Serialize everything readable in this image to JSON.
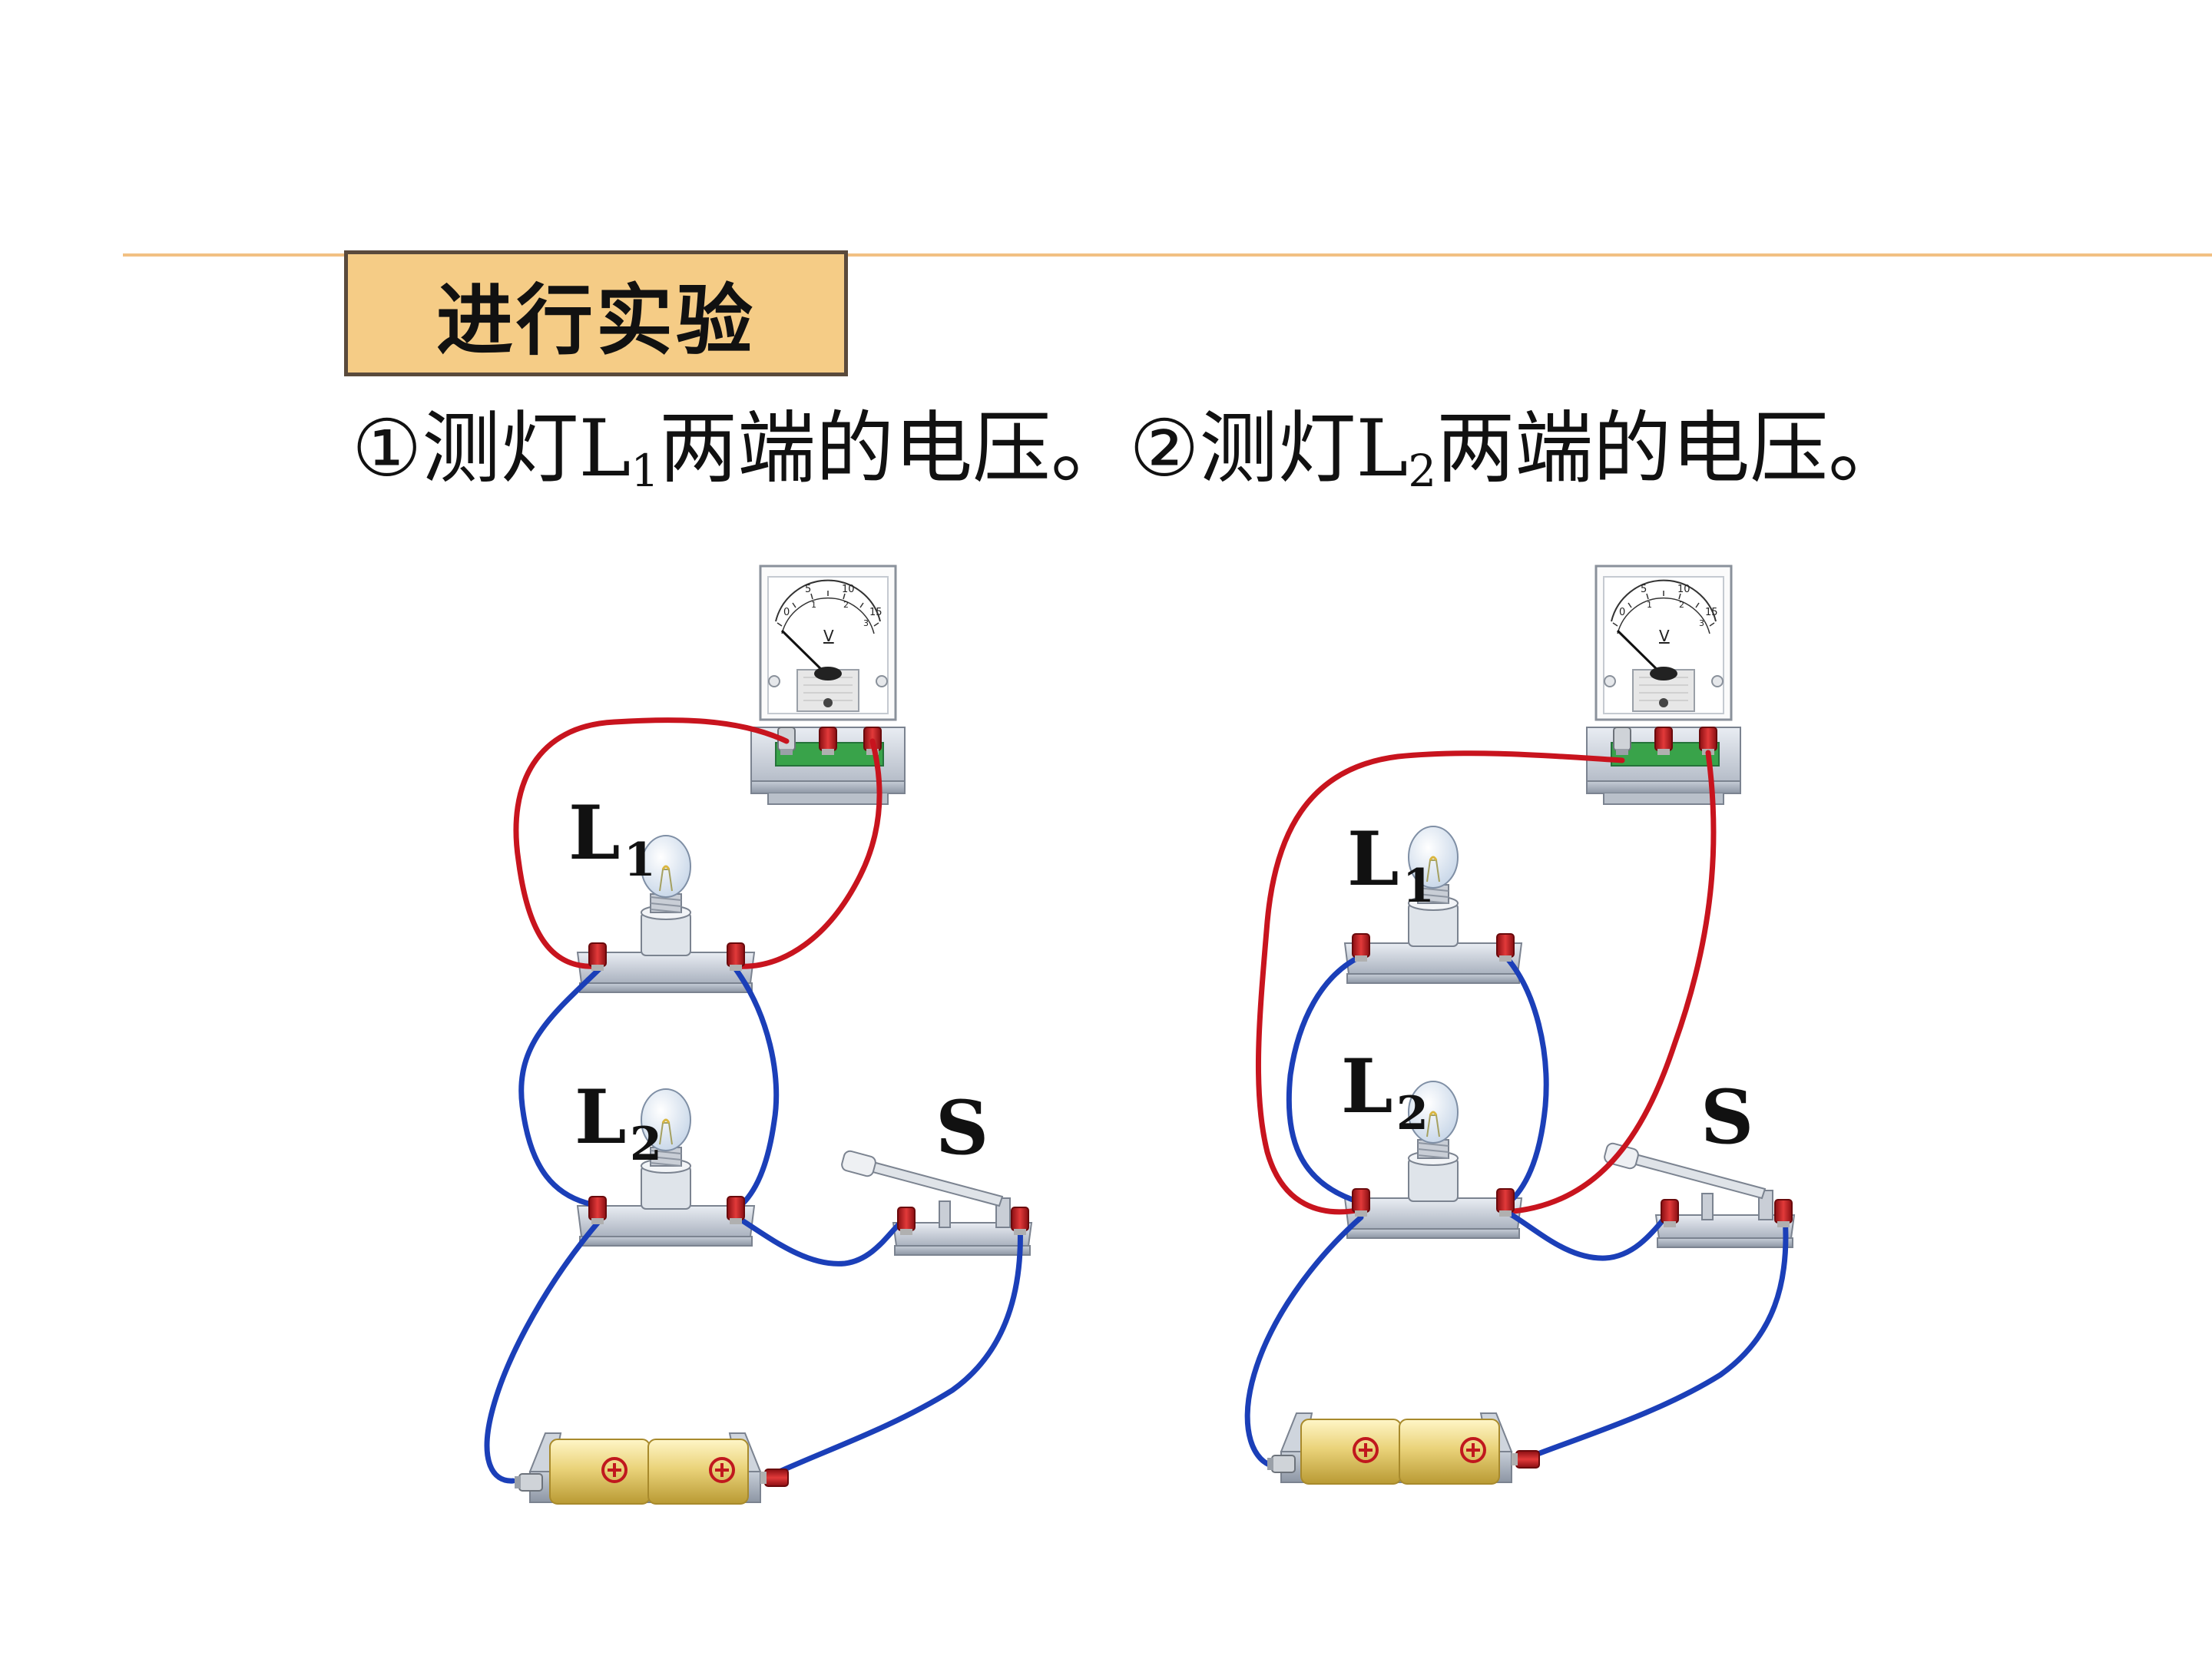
{
  "heading": {
    "label": "进行实验"
  },
  "subtitle": {
    "part1_prefix": "①测灯",
    "part1_symbol": "L",
    "part1_sub": "1",
    "part1_suffix": "两端的电压。",
    "part2_prefix": "②测灯",
    "part2_symbol": "L",
    "part2_sub": "2",
    "part2_suffix": "两端的电压。"
  },
  "circuits": [
    {
      "id": "left",
      "lamp1_label": "L",
      "lamp1_sub": "1",
      "lamp2_label": "L",
      "lamp2_sub": "2",
      "switch_label": "S",
      "voltmeter": {
        "unit": "V",
        "scale_top": [
          "0",
          "5",
          "10",
          "15"
        ],
        "scale_bottom": [
          "1",
          "2",
          "3"
        ]
      }
    },
    {
      "id": "right",
      "lamp1_label": "L",
      "lamp1_sub": "1",
      "lamp2_label": "L",
      "lamp2_sub": "2",
      "switch_label": "S",
      "voltmeter": {
        "unit": "V",
        "scale_top": [
          "0",
          "5",
          "10",
          "15"
        ],
        "scale_bottom": [
          "1",
          "2",
          "3"
        ]
      }
    }
  ],
  "colors": {
    "rule": "#f2c083",
    "tag_fill": "#f5cc86",
    "red_wire": "#c8141e",
    "blue_wire": "#1b3fb8"
  }
}
